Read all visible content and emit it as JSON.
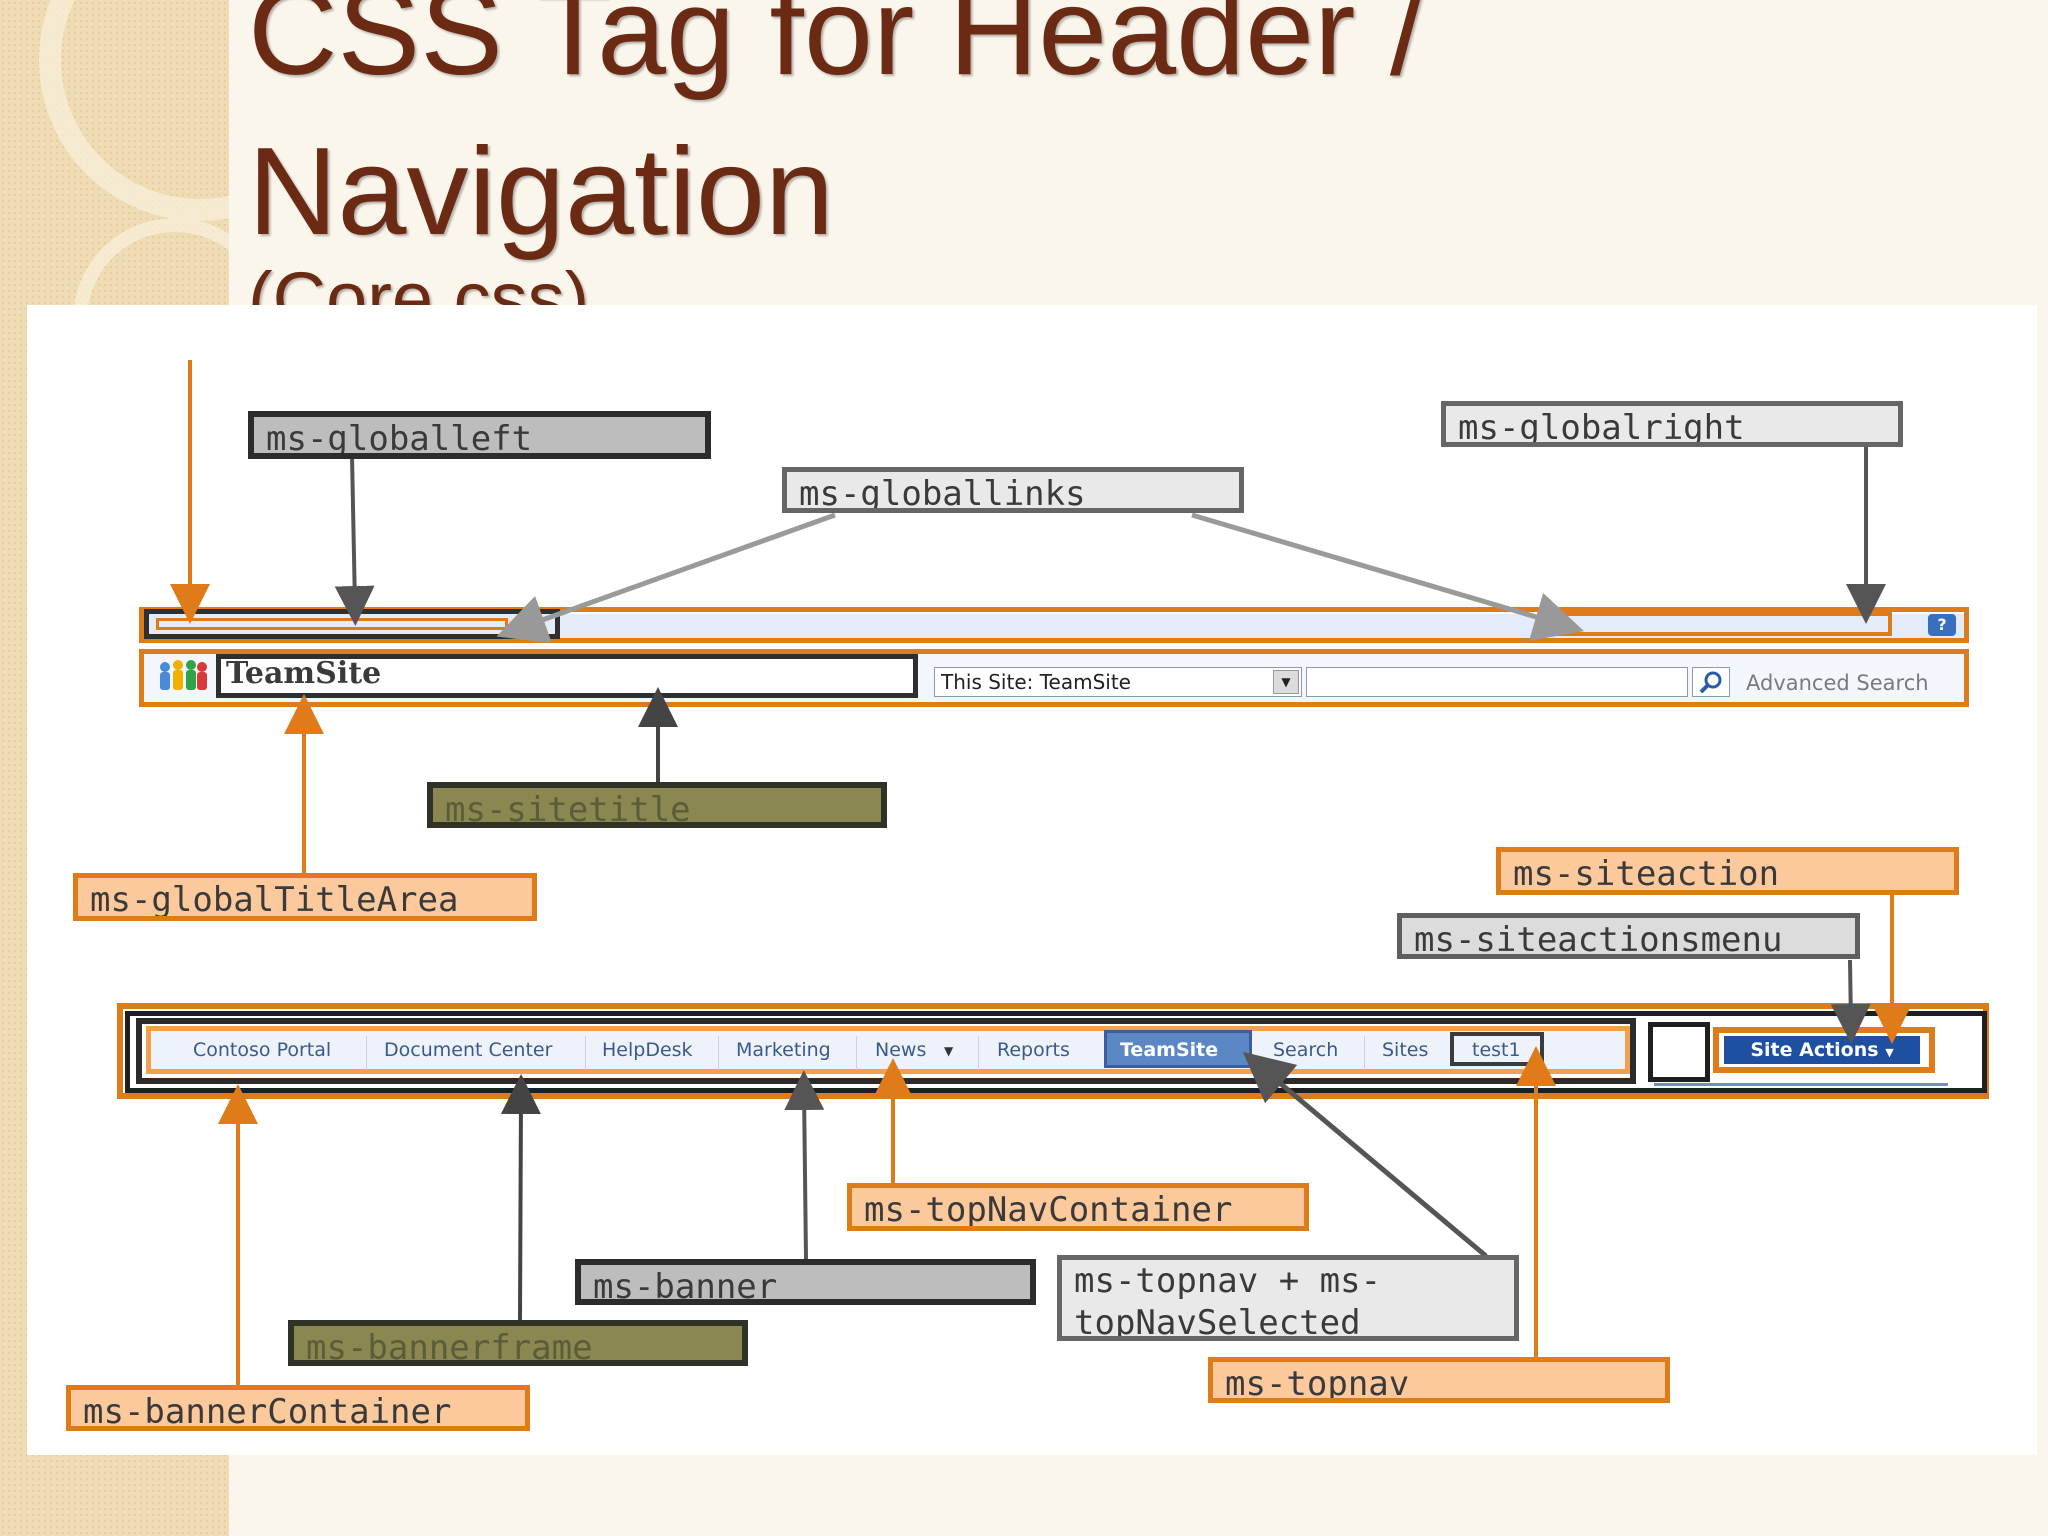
{
  "slide": {
    "title_line1": "CSS Tag for Header /",
    "title_line2": "Navigation",
    "title_line3": "(Core.css)"
  },
  "labels": {
    "globalleft": "ms-globalleft",
    "globallinks": "ms-globallinks",
    "globalright": "ms-globalright",
    "sitetitle": "ms-sitetitle",
    "globaltitlearea": "ms-globalTitleArea",
    "siteaction": "ms-siteaction",
    "siteactionsmenu": "ms-siteactionsmenu",
    "topnavcontainer": "ms-topNavContainer",
    "banner": "ms-banner",
    "bannerframe": "ms-bannerframe",
    "bannercontainer": "ms-bannerContainer",
    "topnav_selected": "ms-topnav + ms-topNavSelected",
    "topnav": "ms-topnav"
  },
  "sharepoint": {
    "site_title": "TeamSite",
    "search_scope": "This Site: TeamSite",
    "search_query": "",
    "advanced_search": "Advanced Search",
    "site_actions": "Site Actions",
    "nav_items": [
      "Contoso Portal",
      "Document Center",
      "HelpDesk",
      "Marketing",
      "News",
      "Reports",
      "TeamSite",
      "Search",
      "Sites",
      "test1"
    ]
  },
  "colors": {
    "title": "#6b2a14",
    "orange_outline": "#e07b1a",
    "orange_fill": "#fcc99c",
    "olive_fill": "#8a8850",
    "gray_fill": "#dcdcdc",
    "nav_text": "#3b5a8a",
    "selected_tab": "#5b87c5"
  },
  "icons": [
    "people-logo-icon",
    "dropdown-arrow-icon",
    "search-icon",
    "help-icon",
    "chevron-down-icon"
  ]
}
